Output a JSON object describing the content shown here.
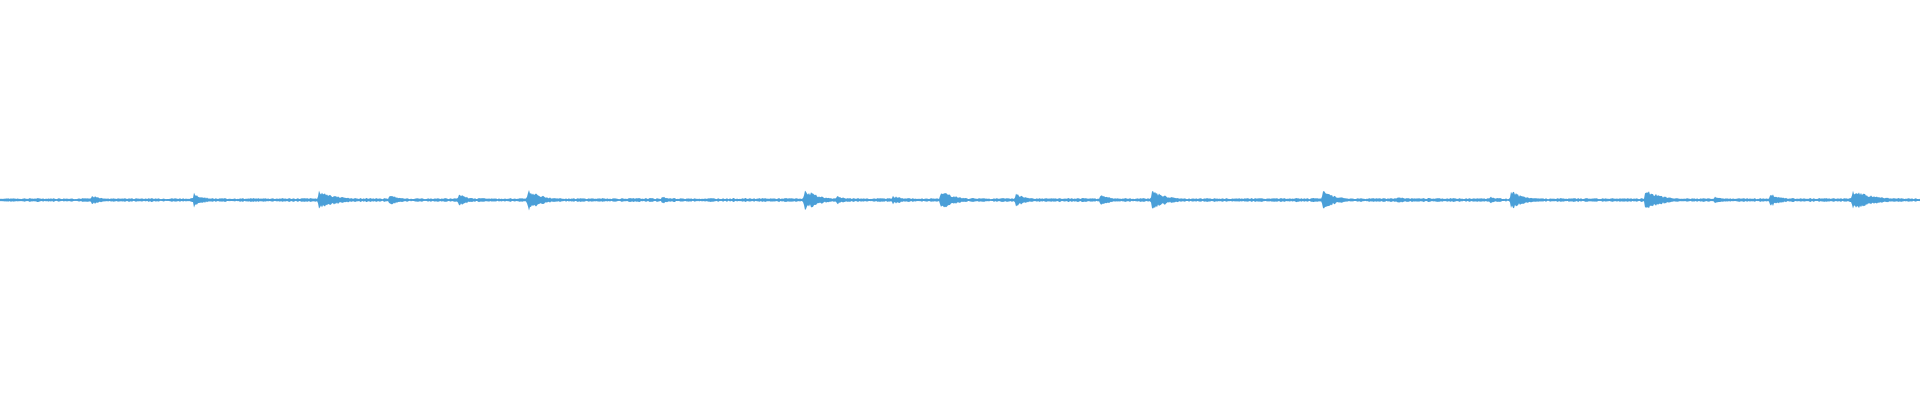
{
  "waveform": {
    "color": "#4a9fd8",
    "progress_color": "#4a9fd8",
    "background": "#ffffff",
    "duration_fraction_played": 0,
    "transients": [
      {
        "pos": 0.048,
        "amp": 0.35,
        "decay": 0.006
      },
      {
        "pos": 0.101,
        "amp": 0.55,
        "decay": 0.006
      },
      {
        "pos": 0.166,
        "amp": 0.75,
        "decay": 0.01
      },
      {
        "pos": 0.203,
        "amp": 0.45,
        "decay": 0.005
      },
      {
        "pos": 0.239,
        "amp": 0.45,
        "decay": 0.007
      },
      {
        "pos": 0.275,
        "amp": 0.8,
        "decay": 0.008
      },
      {
        "pos": 0.345,
        "amp": 0.3,
        "decay": 0.004
      },
      {
        "pos": 0.419,
        "amp": 0.85,
        "decay": 0.008
      },
      {
        "pos": 0.436,
        "amp": 0.35,
        "decay": 0.005
      },
      {
        "pos": 0.465,
        "amp": 0.35,
        "decay": 0.006
      },
      {
        "pos": 0.49,
        "amp": 0.75,
        "decay": 0.008
      },
      {
        "pos": 0.529,
        "amp": 0.55,
        "decay": 0.006
      },
      {
        "pos": 0.573,
        "amp": 0.45,
        "decay": 0.006
      },
      {
        "pos": 0.6,
        "amp": 0.75,
        "decay": 0.008
      },
      {
        "pos": 0.689,
        "amp": 0.7,
        "decay": 0.008
      },
      {
        "pos": 0.728,
        "amp": 0.3,
        "decay": 0.005
      },
      {
        "pos": 0.776,
        "amp": 0.3,
        "decay": 0.005
      },
      {
        "pos": 0.787,
        "amp": 0.7,
        "decay": 0.008
      },
      {
        "pos": 0.857,
        "amp": 0.8,
        "decay": 0.009
      },
      {
        "pos": 0.893,
        "amp": 0.3,
        "decay": 0.005
      },
      {
        "pos": 0.922,
        "amp": 0.5,
        "decay": 0.007
      },
      {
        "pos": 0.965,
        "amp": 0.75,
        "decay": 0.012
      }
    ]
  }
}
